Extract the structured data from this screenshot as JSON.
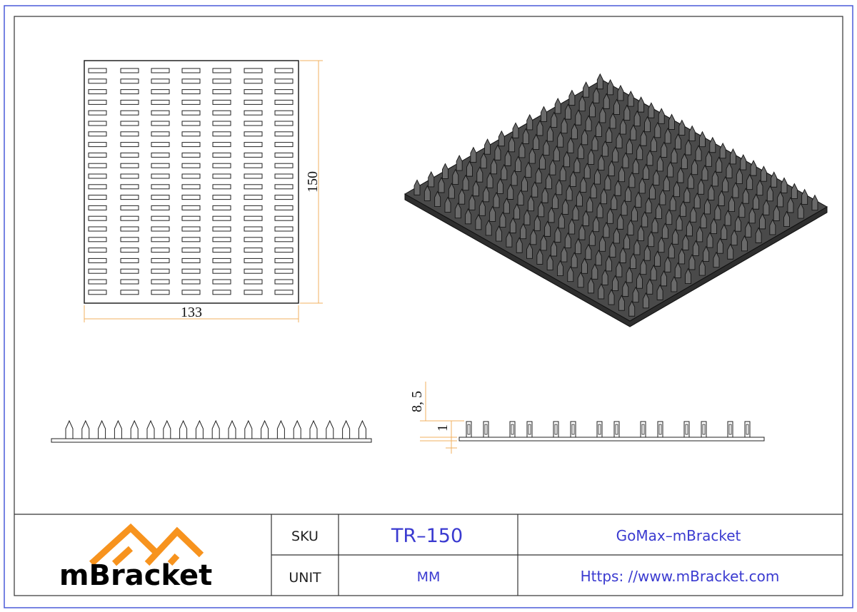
{
  "drawing": {
    "plan_view": {
      "width_dimension": "133",
      "height_dimension": "150"
    },
    "side_view": {
      "total_height_dimension": "8, 5",
      "plate_thickness_dimension": "1"
    }
  },
  "title_block": {
    "brand_name": "mBracket",
    "brand_color": "#f7931e",
    "sku_label": "SKU",
    "sku_value": "TR–150",
    "unit_label": "UNIT",
    "unit_value": "MM",
    "product_name": "GoMax–mBracket",
    "website": "Https: //www.mBracket.com",
    "value_color": "#3a3ad0"
  },
  "colors": {
    "frame": "#4a5ad8",
    "line": "#222222",
    "dimension": "#f0b060",
    "plate_fill": "#4a4a4a"
  }
}
